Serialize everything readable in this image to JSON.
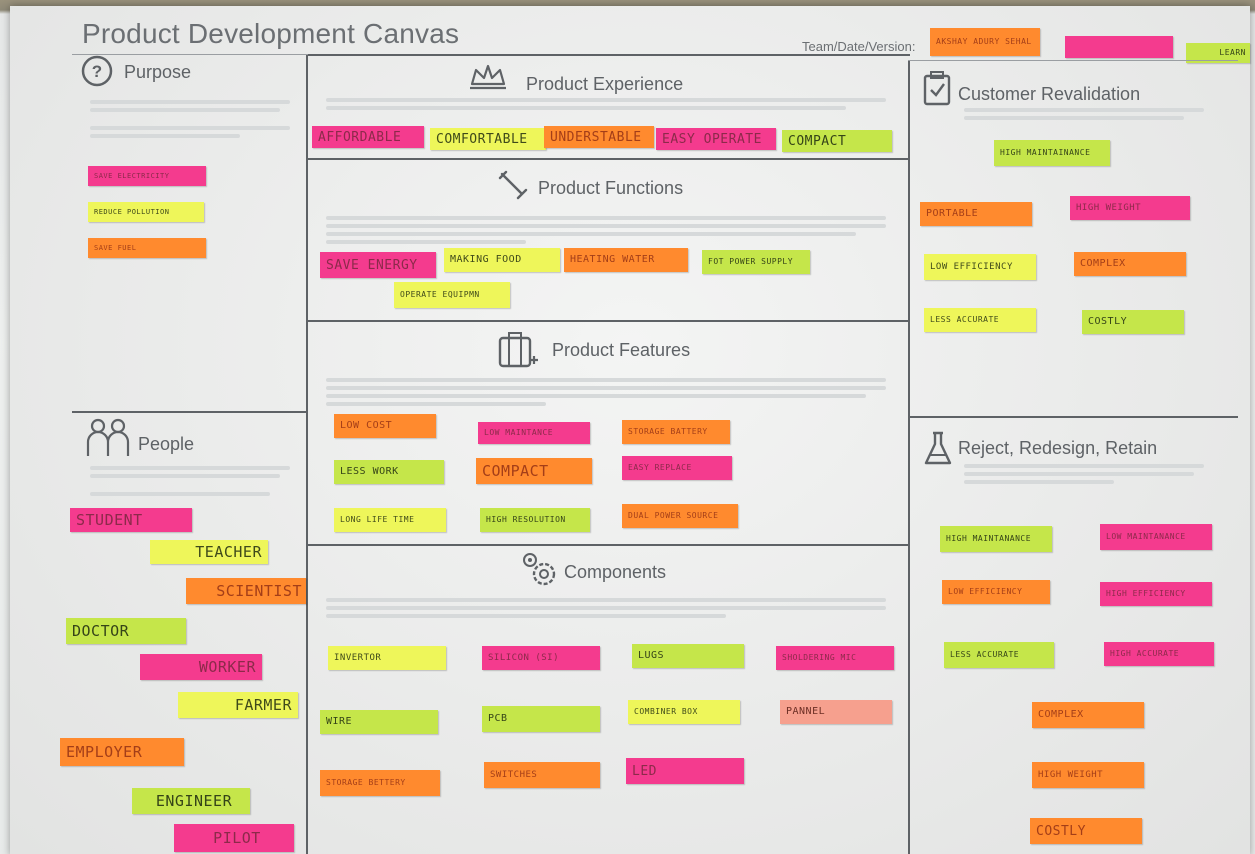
{
  "canvas": {
    "title": "Product Development Canvas",
    "team_label": "Team/Date/Version:",
    "team_notes": [
      "AKSHAY ADURY SEHAL",
      "",
      "LEARN"
    ]
  },
  "sections": {
    "purpose": {
      "title": "Purpose",
      "notes": [
        "SAVE ELECTRICITY",
        "REDUCE POLLUTION",
        "SAVE FUEL"
      ]
    },
    "product_experience": {
      "title": "Product Experience",
      "notes": [
        "AFFORDABLE",
        "COMFORTABLE",
        "UNDERSTABLE",
        "EASY OPERATE",
        "COMPACT"
      ]
    },
    "product_functions": {
      "title": "Product Functions",
      "notes": [
        "SAVE ENERGY",
        "MAKING FOOD",
        "HEATING WATER",
        "FOT POWER SUPPLY",
        "OPERATE EQUIPMN"
      ]
    },
    "product_features": {
      "title": "Product Features",
      "notes": [
        "LOW COST",
        "LOW MAINTANCE",
        "STORAGE BATTERY",
        "LESS WORK",
        "COMPACT",
        "EASY REPLACE",
        "LONG LIFE TIME",
        "HIGH RESOLUTION",
        "DUAL POWER SOURCE"
      ]
    },
    "components": {
      "title": "Components",
      "notes": [
        "INVERTOR",
        "SILICON (SI)",
        "LUGS",
        "SHOLDERING MIC",
        "WIRE",
        "PCB",
        "COMBINER BOX",
        "PANNEL",
        "STORAGE BETTERY",
        "SWITCHES",
        "LED"
      ]
    },
    "people": {
      "title": "People",
      "notes": [
        "STUDENT",
        "TEACHER",
        "SCIENTIST",
        "DOCTOR",
        "WORKER",
        "FARMER",
        "EMPLOYER",
        "ENGINEER",
        "PILOT"
      ]
    },
    "customer_revalidation": {
      "title": "Customer Revalidation",
      "notes": [
        "HIGH MAINTAINANCE",
        "PORTABLE",
        "HIGH WEIGHT",
        "LOW EFFICIENCY",
        "COMPLEX",
        "LESS ACCURATE",
        "COSTLY"
      ]
    },
    "reject_redesign_retain": {
      "title": "Reject, Redesign, Retain",
      "notes": [
        "HIGH MAINTANANCE",
        "LOW MAINTANANCE",
        "LOW EFFICIENCY",
        "HIGH EFFICIENCY",
        "LESS ACCURATE",
        "HIGH ACCURATE",
        "COMPLEX",
        "HIGH WEIGHT",
        "COSTLY"
      ]
    }
  },
  "colors": {
    "pink": "#f43b8e",
    "orange": "#ff8a2e",
    "yellow": "#eef65a",
    "green": "#c5e64a",
    "salmon": "#f6a08e"
  }
}
